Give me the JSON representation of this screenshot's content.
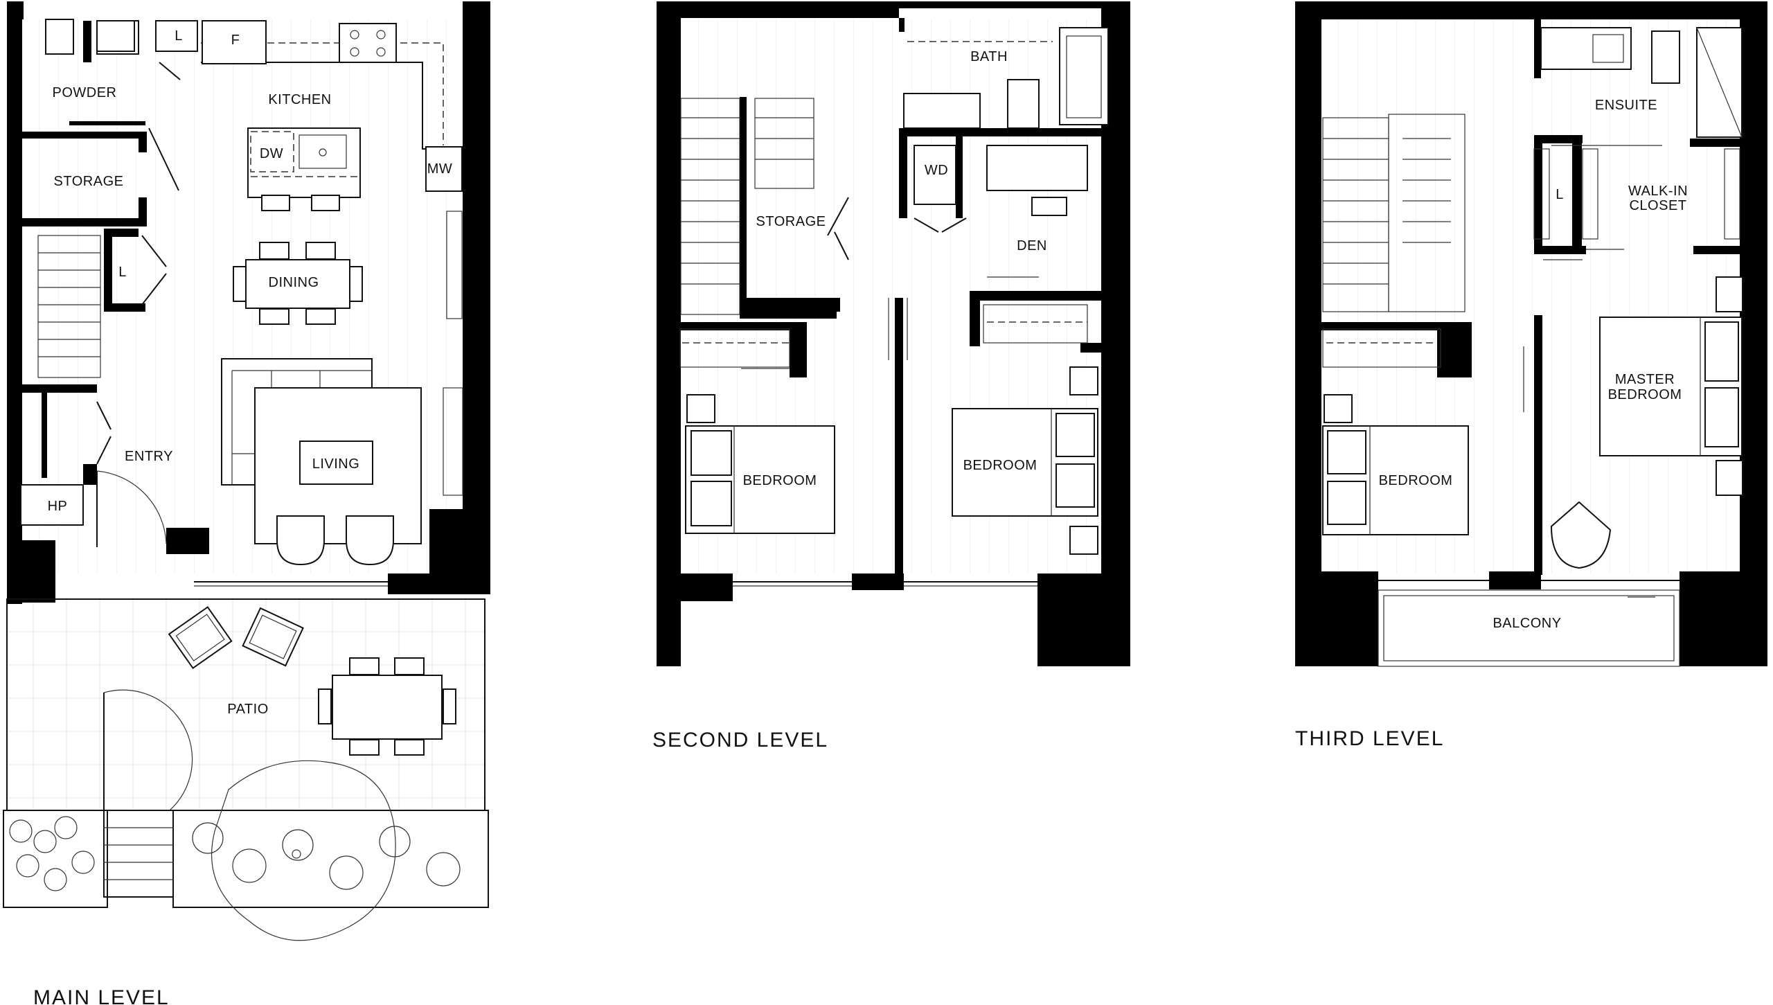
{
  "levels": {
    "main": {
      "title": "MAIN LEVEL",
      "rooms": {
        "powder": "POWDER",
        "laundry": "L",
        "fridge": "F",
        "kitchen": "KITCHEN",
        "dishwasher": "DW",
        "microwave": "MW",
        "storage": "STORAGE",
        "linen": "L",
        "dining": "DINING",
        "entry": "ENTRY",
        "living": "LIVING",
        "hp": "HP",
        "patio": "PATIO"
      }
    },
    "second": {
      "title": "SECOND LEVEL",
      "rooms": {
        "bath": "BATH",
        "storage": "STORAGE",
        "wd": "WD",
        "den": "DEN",
        "bedroom_left": "BEDROOM",
        "bedroom_right": "BEDROOM"
      }
    },
    "third": {
      "title": "THIRD LEVEL",
      "rooms": {
        "ensuite": "ENSUITE",
        "linen": "L",
        "closet_line1": "WALK-IN",
        "closet_line2": "CLOSET",
        "master_line1": "MASTER",
        "master_line2": "BEDROOM",
        "bedroom": "BEDROOM",
        "balcony": "BALCONY"
      }
    }
  }
}
